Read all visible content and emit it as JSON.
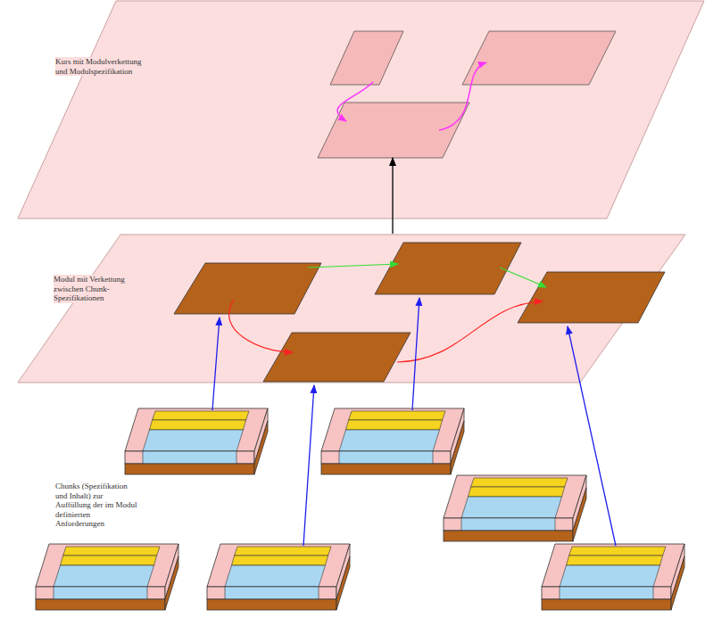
{
  "diagram": {
    "nodes": [
      {
        "text": [
          "Kurs mit Modulverkettung und Modulspezifikation"
        ]
      },
      {
        "text": [
          "Modul mit Verkettung zwischen Chunk-Spezifikationen"
        ]
      }
    ],
    "edges": [
      {
        "from": 1,
        "to": 0,
        "arrow": "to"
      }
    ],
    "labels": [
      "Chunks (Spezifikation und Inhalt) zur Auffüllung der im Modul definierten Anforderungen"
    ]
  }
}
